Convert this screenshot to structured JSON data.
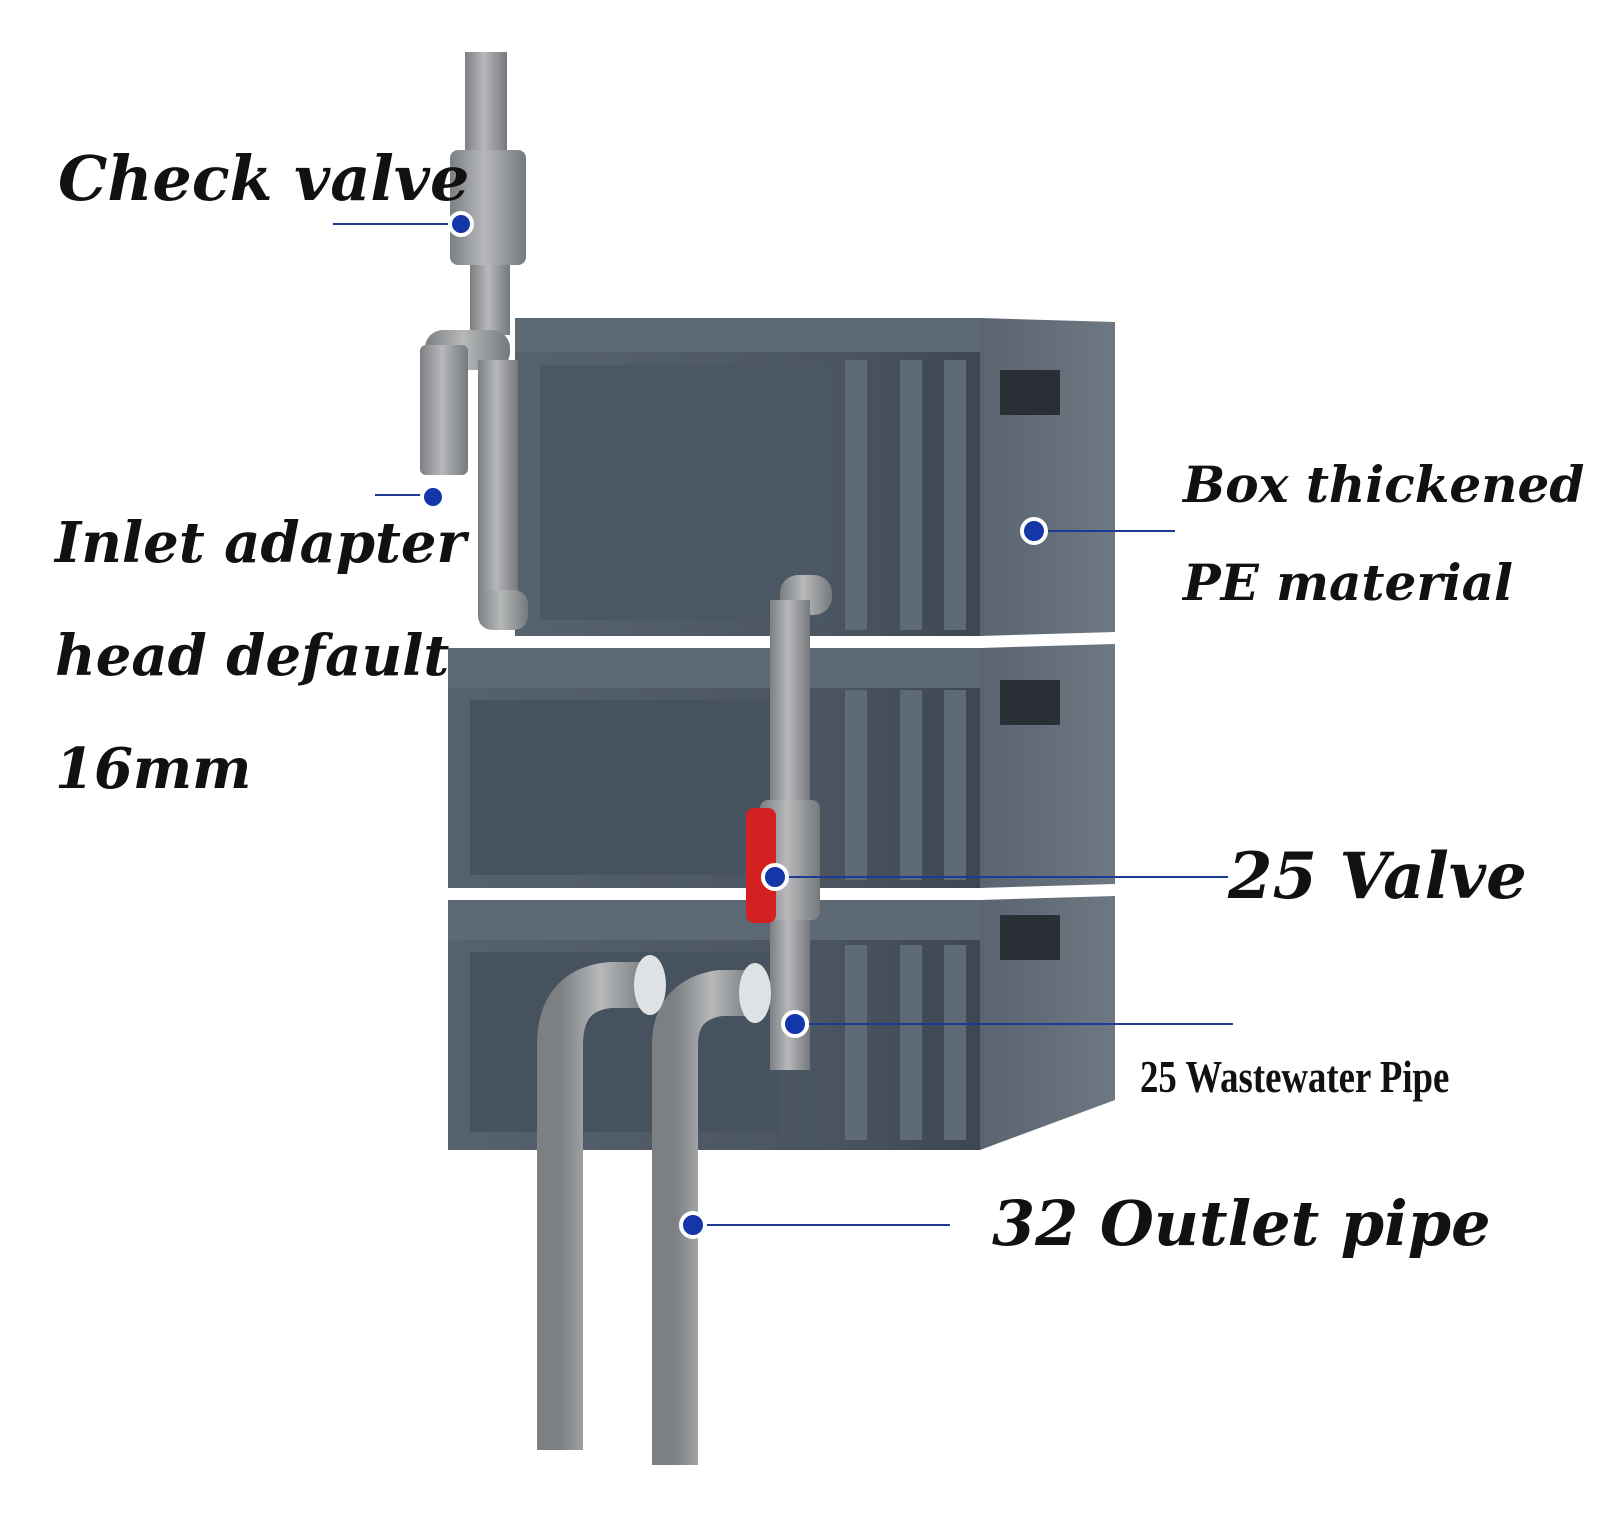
{
  "colors": {
    "leader_line": "#1f3a93",
    "dot": "#1536a8",
    "crate": "#4a5662",
    "crate_dark": "#3a444f",
    "crate_light": "#6b7785",
    "pipe": "#9a9c9e",
    "valve_handle": "#d42020"
  },
  "labels": {
    "check_valve": "Check valve",
    "inlet_adapter": [
      "Inlet adapter",
      "head default",
      "16mm"
    ],
    "box_material": [
      "Box thickened",
      "PE material"
    ],
    "valve_25": "25 Valve",
    "wastewater_pipe": "25 Wastewater Pipe",
    "outlet_pipe": "32 Outlet pipe"
  }
}
